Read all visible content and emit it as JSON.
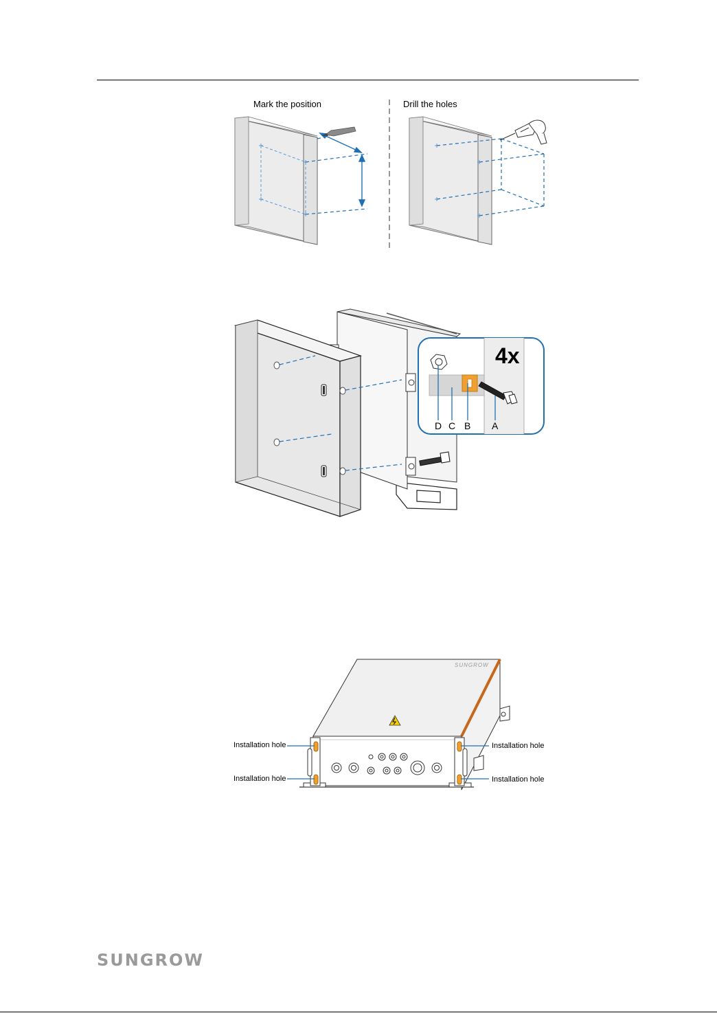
{
  "figure1": {
    "left_caption": "Mark the position",
    "right_caption": "Drill the holes"
  },
  "figure2": {
    "quantity": "4x",
    "parts": [
      "D",
      "C",
      "B",
      "A"
    ]
  },
  "figure3": {
    "brand": "SUNGROW",
    "callouts": [
      "Installation hole",
      "Installation hole",
      "Installation hole",
      "Installation hole"
    ]
  },
  "footer": {
    "logo_text": "SUNGROW"
  },
  "colors": {
    "accent_blue": "#1f6fb5",
    "fastener_orange": "#f0a030",
    "lid_edge_orange": "#c8661a"
  }
}
